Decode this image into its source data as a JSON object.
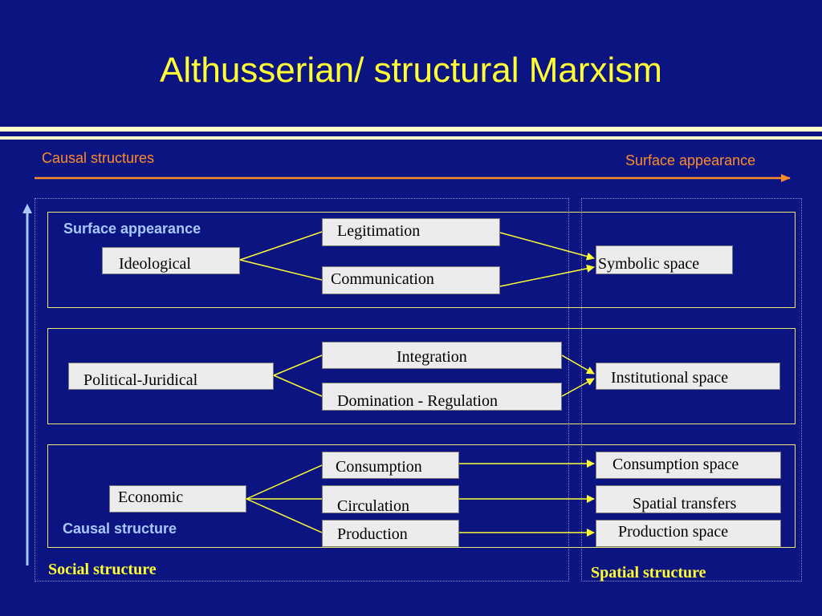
{
  "slide": {
    "title": "Althusserian/ structural Marxism",
    "axis_left_label": "Causal structures",
    "axis_right_label": "Surface appearance"
  },
  "sections": {
    "social_structure_label": "Social structure",
    "spatial_structure_label": "Spatial structure"
  },
  "ideological": {
    "panel_label": "Surface appearance",
    "source": "Ideological",
    "mid": [
      "Legitimation",
      "Communication"
    ],
    "target": "Symbolic space"
  },
  "political": {
    "source": "Political-Juridical",
    "mid": [
      "Integration",
      "Domination - Regulation"
    ],
    "target": "Institutional space"
  },
  "economic": {
    "panel_label": "Causal structure",
    "source": "Economic",
    "mid": [
      "Consumption",
      "Circulation",
      "Production"
    ],
    "targets": [
      "Consumption space",
      "Spatial transfers",
      "Production space"
    ]
  },
  "colors": {
    "background": "#0b1480",
    "title": "#ffff33",
    "arrow_orange": "#ff8a2a",
    "connector_yellow": "#ffff33",
    "up_arrow_blue": "#a8c8ff"
  }
}
